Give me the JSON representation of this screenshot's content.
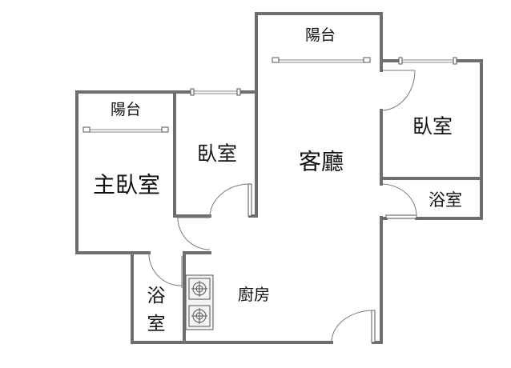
{
  "rooms": {
    "balcony_top": "陽台",
    "balcony_left": "陽台",
    "master_bedroom": "主臥室",
    "bedroom_middle": "臥室",
    "living_room": "客廳",
    "bedroom_right": "臥室",
    "bathroom_right": "浴室",
    "bathroom_left_line1": "浴",
    "bathroom_left_line2": "室",
    "kitchen": "廚房"
  },
  "colors": {
    "wall": "#6e6e6e",
    "text": "#111111",
    "background": "#ffffff"
  },
  "icons": [
    "stove-burner-icon",
    "stove-burner-icon"
  ]
}
